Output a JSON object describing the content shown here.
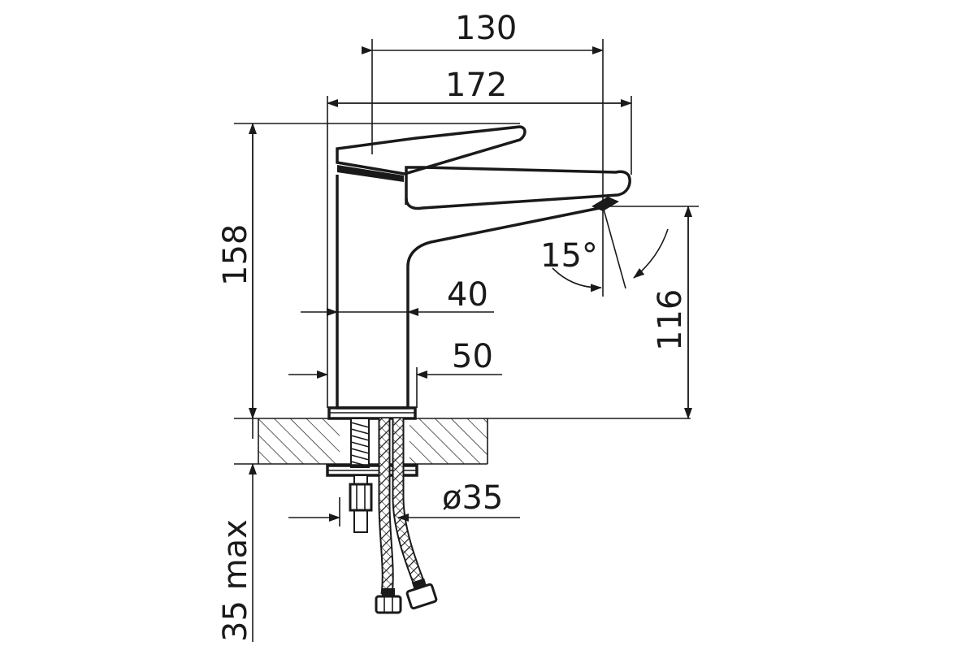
{
  "drawing": {
    "dimensions": {
      "width_top": "130",
      "width_overall": "172",
      "height_total": "158",
      "spout_height": "116",
      "body_diameter": "40",
      "base_diameter": "50",
      "hole_diameter": "ø35",
      "angle": "15°",
      "deck_thickness": "35 max"
    }
  }
}
